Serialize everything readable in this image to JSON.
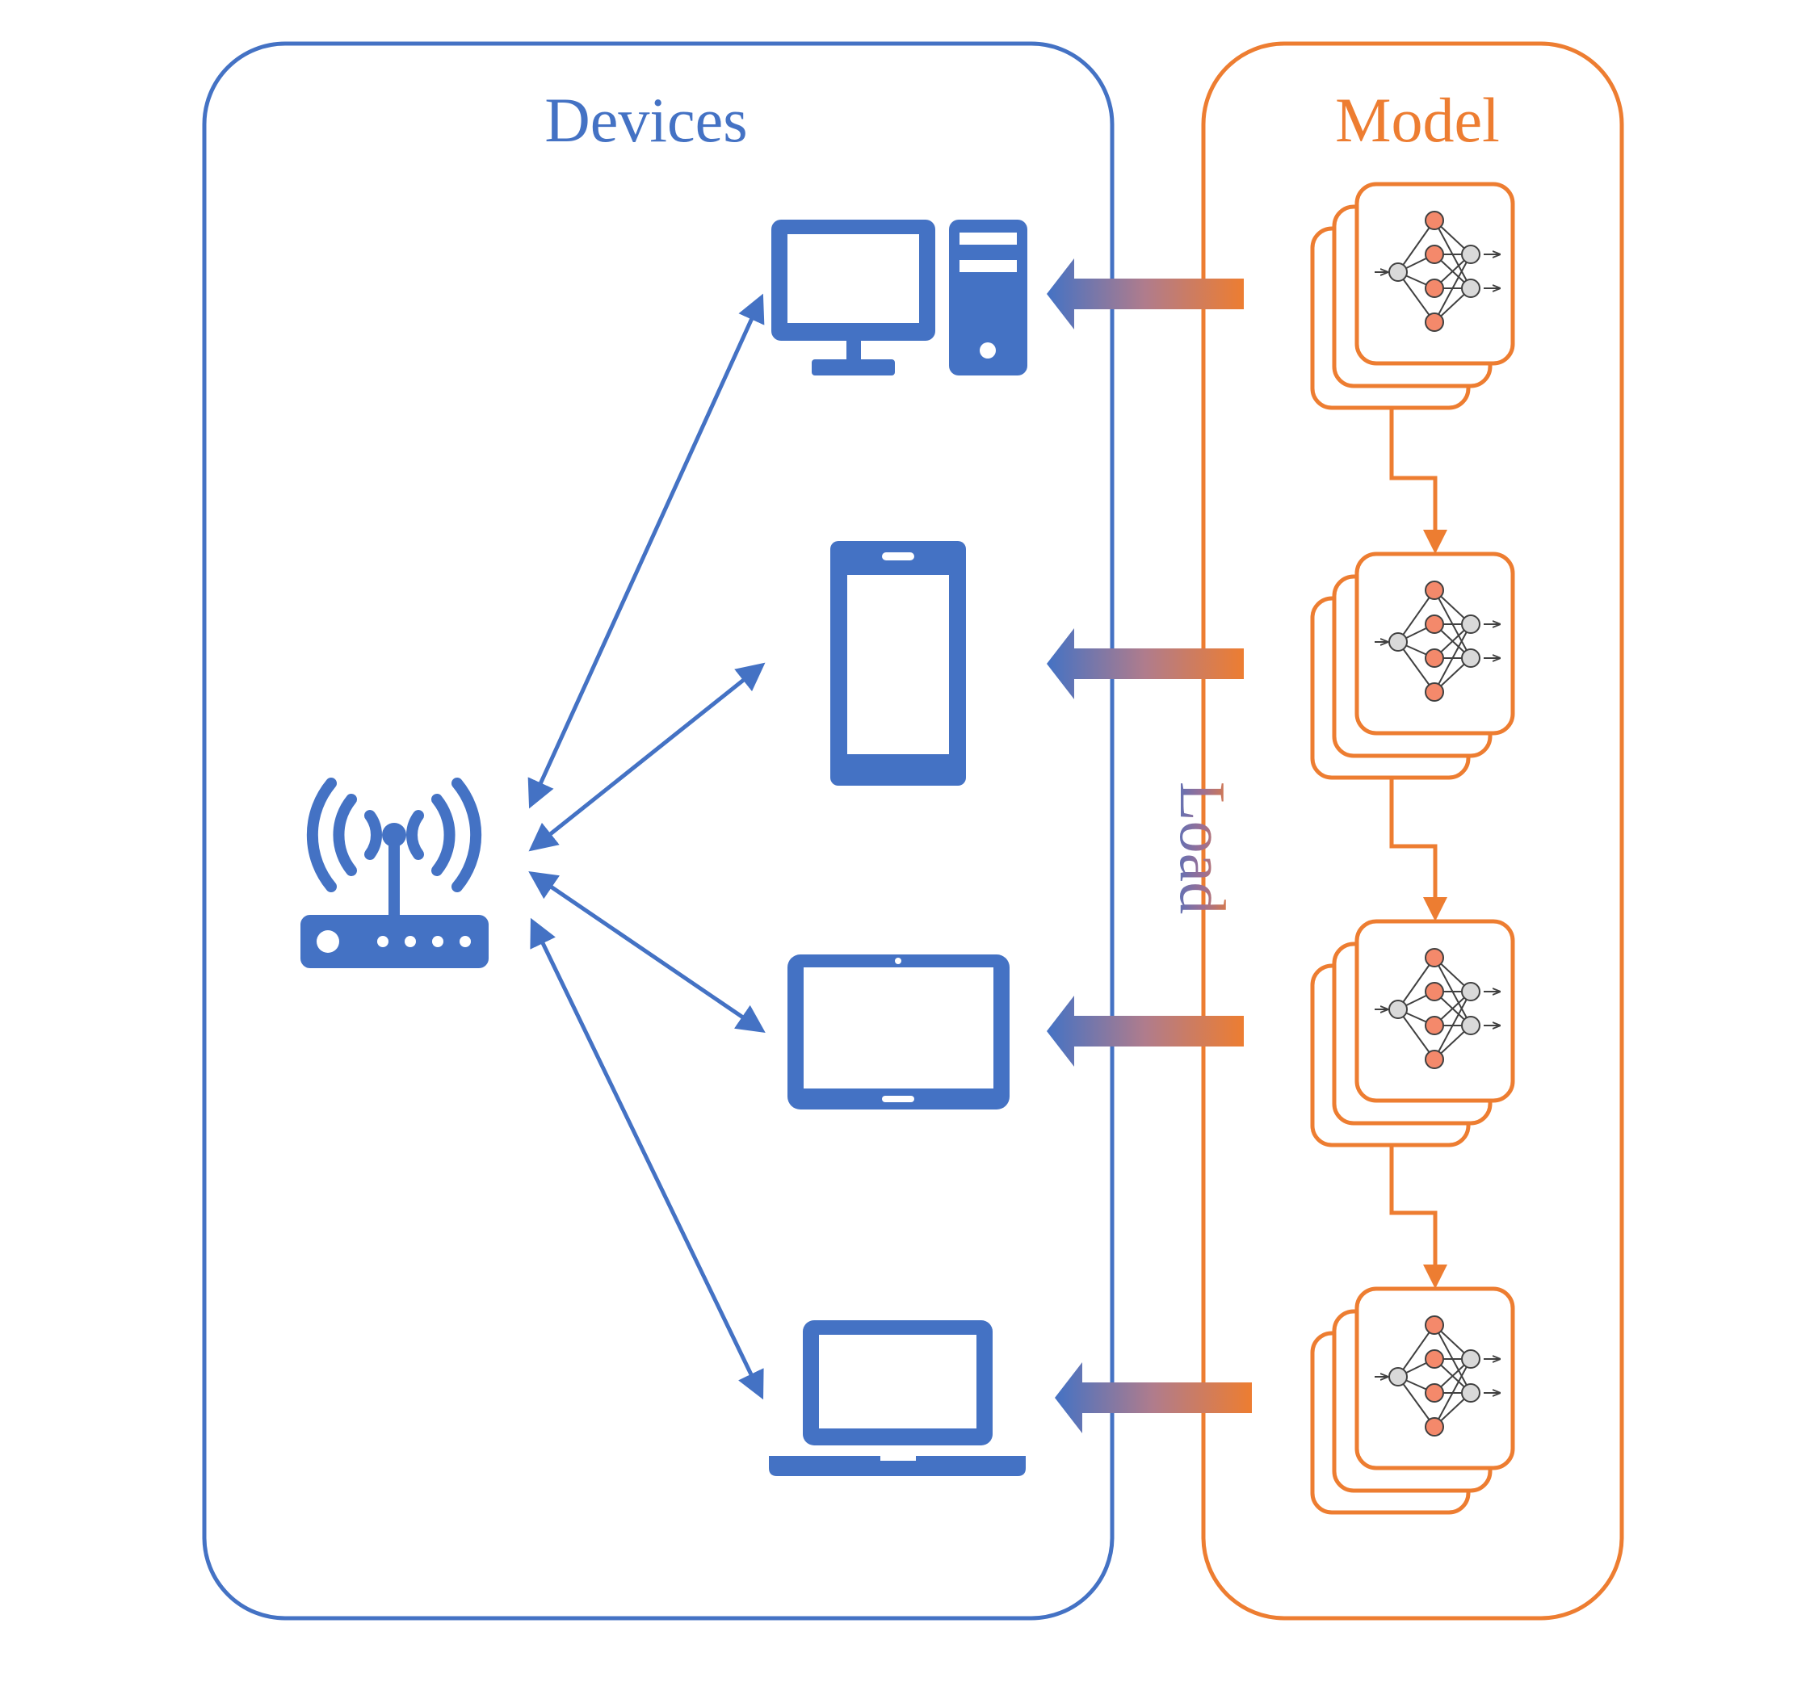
{
  "devices_panel": {
    "title": "Devices",
    "color": "#4472C4",
    "items": [
      {
        "name": "desktop",
        "icon": "desktop-computer-icon"
      },
      {
        "name": "smartphone",
        "icon": "smartphone-icon"
      },
      {
        "name": "tablet",
        "icon": "tablet-icon"
      },
      {
        "name": "laptop",
        "icon": "laptop-icon"
      }
    ],
    "hub": {
      "icon": "wifi-router-icon"
    }
  },
  "model_panel": {
    "title": "Model",
    "color": "#ED7D31",
    "stacks": [
      {
        "icon": "neural-network-stack-icon"
      },
      {
        "icon": "neural-network-stack-icon"
      },
      {
        "icon": "neural-network-stack-icon"
      },
      {
        "icon": "neural-network-stack-icon"
      }
    ]
  },
  "load_label": "Load",
  "colors": {
    "blue": "#4472C4",
    "orange": "#ED7D31",
    "node_gray": "#D9D9D9",
    "node_orange": "#F4896B",
    "line_gray": "#404040"
  }
}
